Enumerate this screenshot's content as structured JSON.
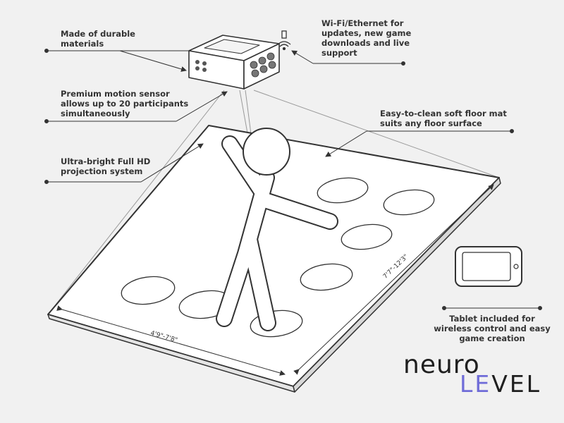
{
  "callouts": {
    "materials": "Made of durable\nmaterials",
    "network": "Wi-Fi/Ethernet for\nupdates, new game\ndownloads and live\nsupport",
    "sensor": "Premium motion sensor\nallows up to 20 participants\nsimultaneously",
    "floor_mat": "Easy-to-clean soft floor mat\nsuits any floor surface",
    "projection": "Ultra-bright Full HD\nprojection system",
    "tablet": "Tablet included for\nwireless control and easy\ngame creation"
  },
  "dimensions": {
    "width": "4'9\"-7'8\"",
    "length": "7'7\"-12'3\""
  },
  "logo": {
    "line1": "neuro",
    "line2_accent": "LE",
    "line2_rest": "VEL",
    "accent_color": "#6f6cd8",
    "text_color": "#1f1f1f"
  },
  "colors": {
    "background": "#f1f1f1",
    "line": "#333333",
    "fill": "#ffffff"
  }
}
